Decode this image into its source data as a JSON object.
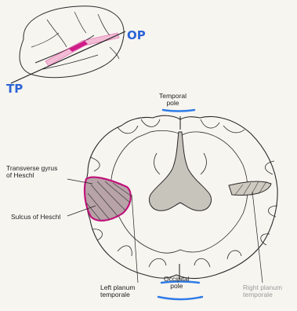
{
  "annotations": {
    "tp": "TP",
    "op": "OP"
  },
  "labels": {
    "temporal_pole": "Temporal\npole",
    "occipital_pole": "Occipital\npole",
    "transverse_gyrus": "Transverse gyrus\nof Heschl",
    "sulcus_heschl": "Sulcus of Heschl",
    "left_planum": "Left planum\ntemporale",
    "right_planum": "Right planum\ntemporale"
  },
  "colors": {
    "handwriting": "#2d64d6",
    "highlight": "#d21c8a",
    "highlight_light": "#f08fc0",
    "underline": "#2f7ce8",
    "ink": "#2a2a2a"
  }
}
